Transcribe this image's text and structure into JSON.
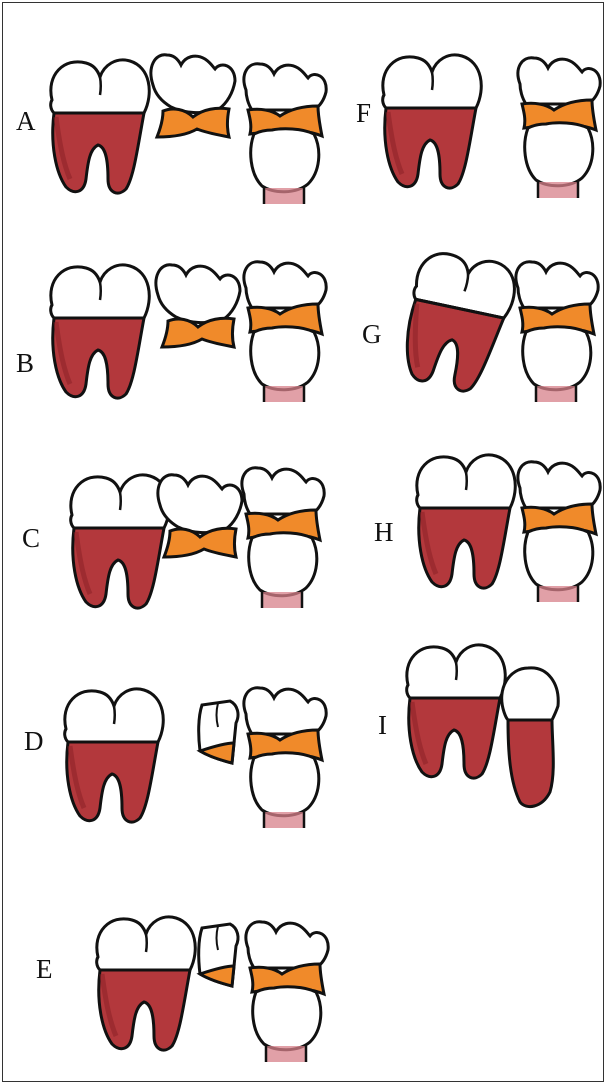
{
  "figure": {
    "colors": {
      "root": "#b3383c",
      "root_dark": "#8e2328",
      "bridge": "#f08a2a",
      "bridge_dark": "#e8641a",
      "crown": "#ffffff",
      "outline": "#111111"
    },
    "panels": [
      {
        "label": "A",
        "teeth": [
          "molar",
          "bridge-tooth",
          "bridge-premolar"
        ]
      },
      {
        "label": "B",
        "teeth": [
          "molar",
          "bridge-tooth",
          "bridge-premolar"
        ]
      },
      {
        "label": "C",
        "teeth": [
          "molar",
          "bridge-tooth",
          "bridge-premolar"
        ]
      },
      {
        "label": "D",
        "teeth": [
          "molar",
          "fragment",
          "bridge-premolar"
        ]
      },
      {
        "label": "E",
        "teeth": [
          "molar",
          "fragment",
          "bridge-premolar"
        ]
      },
      {
        "label": "F",
        "teeth": [
          "molar",
          "bridge-premolar"
        ]
      },
      {
        "label": "G",
        "teeth": [
          "tilted-molar",
          "bridge-premolar"
        ]
      },
      {
        "label": "H",
        "teeth": [
          "molar",
          "bridge-premolar"
        ]
      },
      {
        "label": "I",
        "teeth": [
          "molar",
          "single-root-tooth"
        ]
      }
    ]
  }
}
